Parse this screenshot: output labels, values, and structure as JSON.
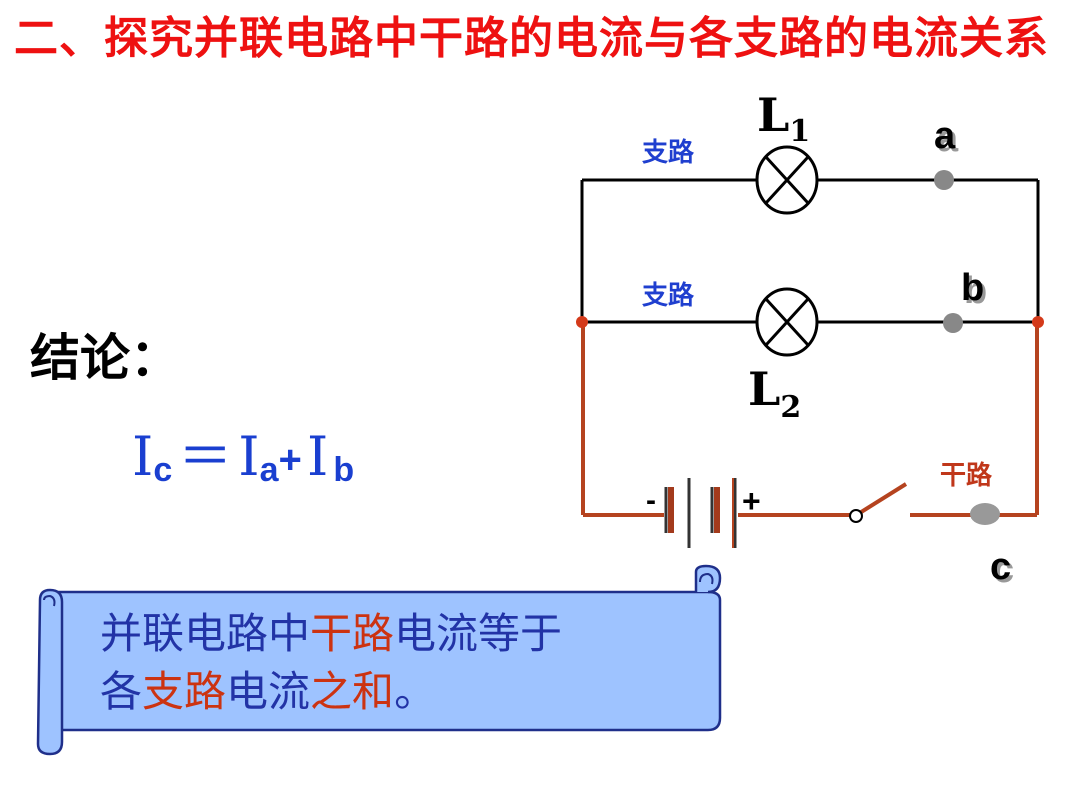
{
  "title": "二、探究并联电路中干路的电流与各支路的电流关系",
  "conclusion_label": "结论：",
  "formula": {
    "I_symbol": "I",
    "sub_c": "c",
    "equals": "＝",
    "sub_a": "a",
    "plus": "+",
    "sub_b": "b"
  },
  "circuit": {
    "branch_label_top": "支路",
    "branch_label_mid": "支路",
    "main_label": "干路",
    "lamp1_main": "L",
    "lamp1_sub": "1",
    "lamp2_main": "L",
    "lamp2_sub": "2",
    "point_a": "a",
    "point_b": "b",
    "point_c": "c",
    "battery_minus": "-",
    "battery_plus": "+",
    "colors": {
      "branch_wire": "#000000",
      "main_wire": "#b5431f",
      "branch_label": "#1f3fcf",
      "main_label": "#c0371a",
      "point": "#888888",
      "junction": "#d43a1a"
    }
  },
  "scroll": {
    "line1_part1": "并联电路中",
    "line1_part2": "干路",
    "line1_part3": "电流等于",
    "line2_part1": "各",
    "line2_part2": "支路",
    "line2_part3": "电流",
    "line2_part4": "之和",
    "line2_part5": "。",
    "fill_color": "#9ec3ff",
    "text_color": "#2233a6",
    "highlight_color": "#cc3311"
  }
}
